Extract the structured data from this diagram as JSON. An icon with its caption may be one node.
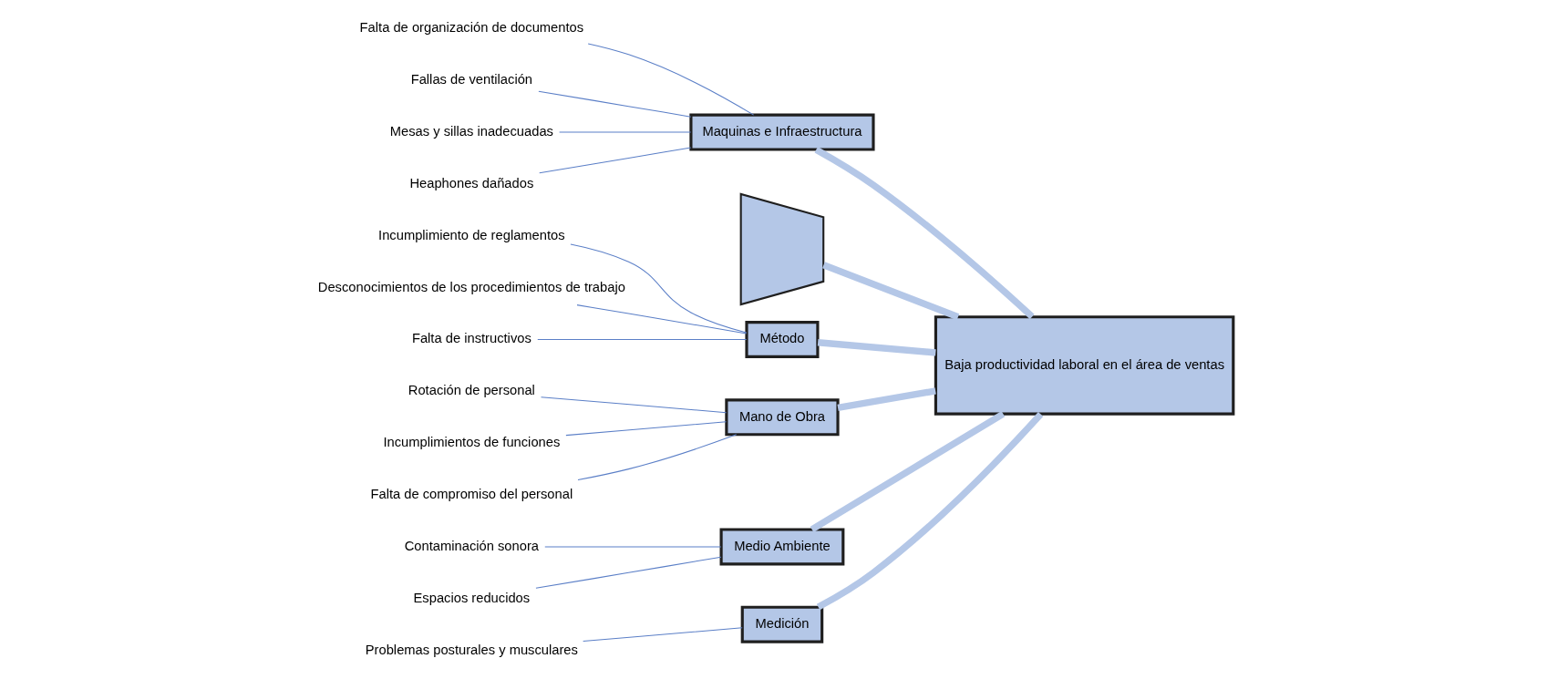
{
  "diagram": {
    "nodes": [
      {
        "text": [
          "Medición"
        ]
      },
      {
        "text": [
          "Maquinas e Infraestructura"
        ]
      },
      {
        "text": [
          "Falta de organización de documentos"
        ]
      },
      {
        "text": [
          "Fallas de ventilación"
        ]
      },
      {
        "text": [
          "Problemas posturales y musculares"
        ]
      },
      {
        "text": [
          "Mesas y sillas inadecuadas"
        ]
      },
      {
        "text": [
          "Heaphones dañados"
        ]
      },
      {
        "text": [],
        "shape": "trapezoid"
      },
      {
        "text": [
          "Baja productividad laboral en el área de ventas"
        ]
      },
      {
        "text": [
          "Incumplimiento de reglamentos"
        ]
      },
      {
        "text": [
          "Rotación de personal"
        ]
      },
      {
        "text": [
          "Desconocimientos de los procedimientos de trabajo"
        ]
      },
      {
        "text": [
          "Incumplimientos de funciones"
        ]
      },
      {
        "text": [
          "Contaminación sonora"
        ]
      },
      {
        "text": [
          "Falta de compromiso del personal"
        ]
      },
      {
        "text": [
          "Falta de instructivos"
        ]
      },
      {
        "text": [
          "Espacios reducidos"
        ]
      },
      {
        "text": [
          "Método"
        ]
      },
      {
        "text": [
          "Mano de Obra"
        ]
      },
      {
        "text": [
          "Medio Ambiente"
        ]
      }
    ],
    "edges": [
      {
        "from": 7,
        "to": 8,
        "arrow": "none",
        "style": "thick",
        "color": "#b4c7e7"
      },
      {
        "from": 0,
        "to": 8,
        "arrow": "none",
        "style": "thick",
        "color": "#b4c7e7"
      },
      {
        "from": 1,
        "to": 8,
        "arrow": "none",
        "style": "thick",
        "color": "#b4c7e7"
      },
      {
        "from": 17,
        "to": 8,
        "arrow": "none",
        "style": "thick",
        "color": "#b4c7e7"
      },
      {
        "from": 18,
        "to": 8,
        "arrow": "none",
        "style": "thick",
        "color": "#b4c7e7"
      },
      {
        "from": 19,
        "to": 8,
        "arrow": "none",
        "style": "thick",
        "color": "#b4c7e7"
      },
      {
        "from": 4,
        "to": 0,
        "arrow": "none"
      },
      {
        "from": 2,
        "to": 1,
        "arrow": "none"
      },
      {
        "from": 3,
        "to": 1,
        "arrow": "none"
      },
      {
        "from": 5,
        "to": 1,
        "arrow": "none"
      },
      {
        "from": 6,
        "to": 1,
        "arrow": "none"
      },
      {
        "from": 9,
        "to": 17,
        "arrow": "none"
      },
      {
        "from": 11,
        "to": 17,
        "arrow": "none"
      },
      {
        "from": 15,
        "to": 17,
        "arrow": "none"
      },
      {
        "from": 10,
        "to": 18,
        "arrow": "none"
      },
      {
        "from": 12,
        "to": 18,
        "arrow": "none"
      },
      {
        "from": 14,
        "to": 18,
        "arrow": "none"
      },
      {
        "from": 13,
        "to": 19,
        "arrow": "none"
      },
      {
        "from": 16,
        "to": 19,
        "arrow": "none"
      }
    ]
  }
}
